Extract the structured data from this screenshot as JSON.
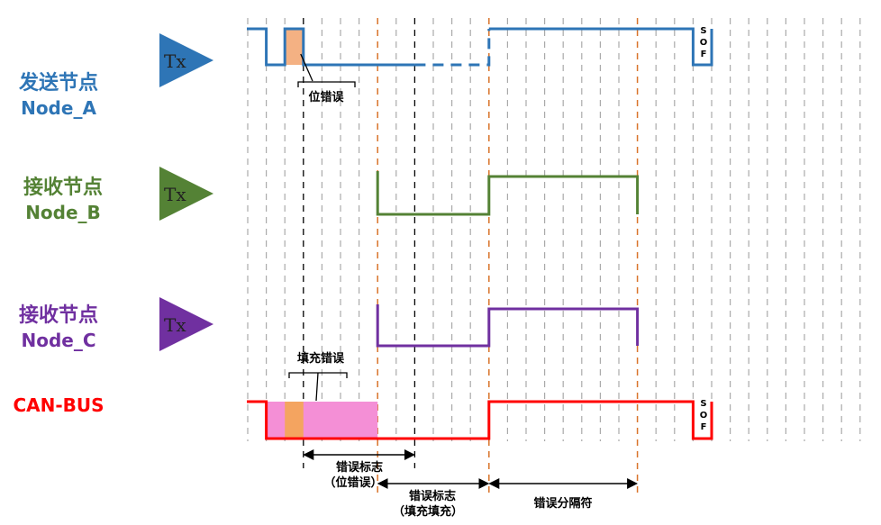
{
  "nodes": [
    {
      "cn": "发送节点",
      "en": "Node_A",
      "color": "#2e75b6",
      "tx": "Tx"
    },
    {
      "cn": "接收节点",
      "en": "Node_B",
      "color": "#548235",
      "tx": "Tx"
    },
    {
      "cn": "接收节点",
      "en": "Node_C",
      "color": "#7030a0",
      "tx": "Tx"
    }
  ],
  "bus": {
    "label": "CAN-BUS",
    "color": "#ff0000"
  },
  "annotations": {
    "bit_error": "位错误",
    "stuff_error": "填充错误",
    "sof": [
      "S",
      "O",
      "F"
    ],
    "flag1_a": "错误标志",
    "flag1_b": "（位错误）",
    "flag2_a": "错误标志",
    "flag2_b": "（填充填充）",
    "delimiter": "错误分隔符"
  }
}
